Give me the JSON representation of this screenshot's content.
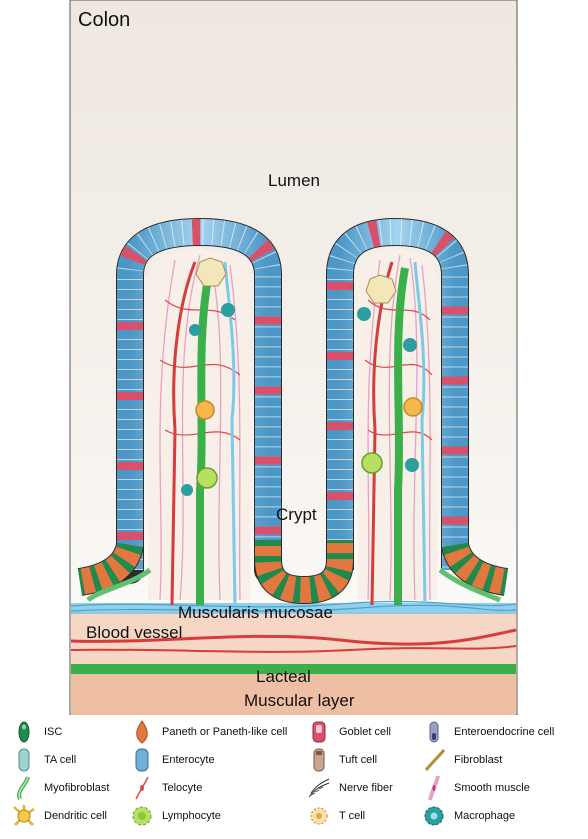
{
  "diagram": {
    "title": "Colon",
    "labels": {
      "lumen": "Lumen",
      "crypt": "Crypt",
      "muscularis_mucosae": "Muscularis mucosae",
      "blood_vessel": "Blood vessel",
      "lacteal": "Lacteal",
      "muscular_layer": "Muscular layer"
    },
    "colors": {
      "background_top": "#f3eee8",
      "enterocyte": "#6fb1d6",
      "goblet": "#d8506a",
      "paneth": "#e2773f",
      "isc": "#1f8a4c",
      "smooth_muscle": "#e6a2c6",
      "telocyte": "#e04848",
      "lacteal": "#3bb04a",
      "blood_vessel": "#d63c3c",
      "muscularis": "#7ec8e8",
      "muscular_layer": "#efc1a6"
    }
  },
  "legend": {
    "items": [
      {
        "label": "ISC",
        "icon": "isc-icon"
      },
      {
        "label": "Paneth or Paneth-like cell",
        "icon": "paneth-cell-icon"
      },
      {
        "label": "Goblet cell",
        "icon": "goblet-cell-icon"
      },
      {
        "label": "Enteroendocrine cell",
        "icon": "enteroendocrine-cell-icon"
      },
      {
        "label": "TA cell",
        "icon": "ta-cell-icon"
      },
      {
        "label": "Enterocyte",
        "icon": "enterocyte-icon"
      },
      {
        "label": "Tuft cell",
        "icon": "tuft-cell-icon"
      },
      {
        "label": "Fibroblast",
        "icon": "fibroblast-icon"
      },
      {
        "label": "Myofibroblast",
        "icon": "myofibroblast-icon"
      },
      {
        "label": "Telocyte",
        "icon": "telocyte-icon"
      },
      {
        "label": "Nerve fiber",
        "icon": "nerve-fiber-icon"
      },
      {
        "label": "Smooth muscle",
        "icon": "smooth-muscle-icon"
      },
      {
        "label": "Dendritic cell",
        "icon": "dendritic-cell-icon"
      },
      {
        "label": "Lymphocyte",
        "icon": "lymphocyte-icon"
      },
      {
        "label": "T cell",
        "icon": "t-cell-icon"
      },
      {
        "label": "Macrophage",
        "icon": "macrophage-icon"
      }
    ]
  }
}
